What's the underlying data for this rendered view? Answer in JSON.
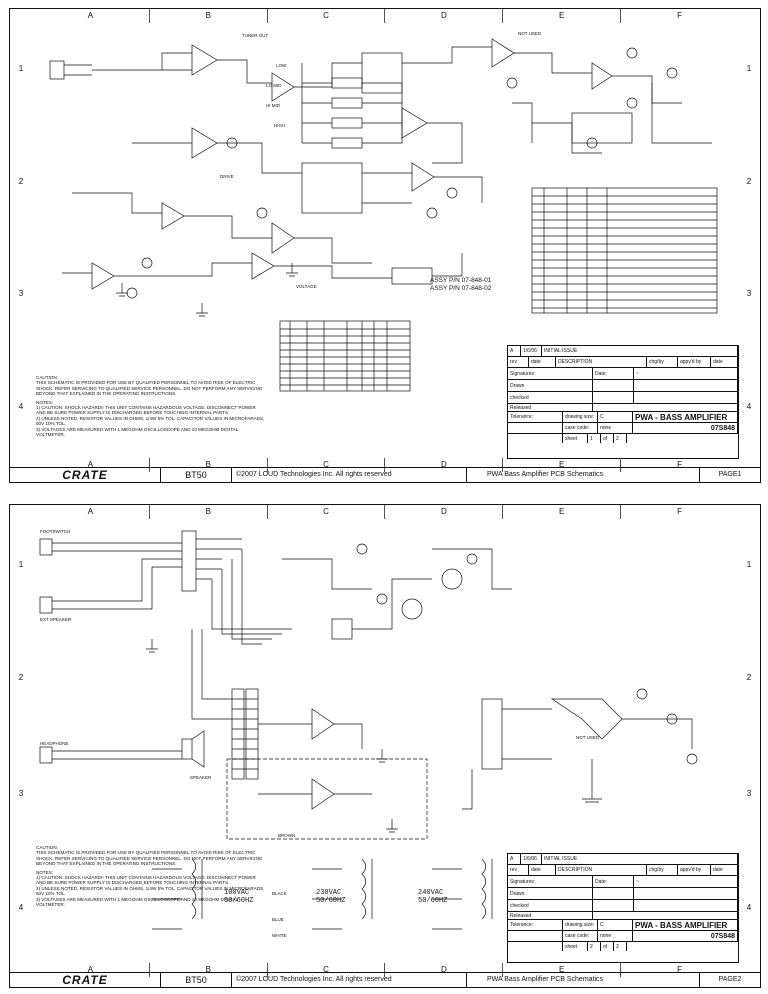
{
  "brand": "CRATE",
  "model": "BT50",
  "copyright": "©2007 LOUD Technologies Inc. All rights reserved",
  "description": "PWA Bass Amplifier PCB Schematics",
  "columns": [
    "A",
    "B",
    "C",
    "D",
    "E",
    "F"
  ],
  "rows": [
    "1",
    "2",
    "3",
    "4"
  ],
  "caution": {
    "heading": "CAUTION:",
    "text": "THIS SCHEMATIC IS PROVIDED FOR USE BY QUALIFIED PERSONNEL TO AVOID RISK OF ELECTRIC SHOCK. REFER SERVICING TO QUALIFIED SERVICE PERSONNEL. DO NOT PERFORM ANY SERVICING BEYOND THAT EXPLAINED IN THE OPERATING INSTRUCTIONS.",
    "notes_heading": "NOTES:",
    "notes": [
      "1) CAUTION: SHOCK HAZARD!! THIS UNIT CONTAINS HAZARDOUS VOLTAGE. DISCONNECT POWER AND BE SURE POWER SUPPLY IS DISCHARGED BEFORE TOUCHING INTERNAL PARTS.",
      "2) UNLESS NOTED, RESISTOR VALUES IN OHMS, 1/4W 5% TOL. CAPACITOR VALUES IN MICROFARADS, 50V 10% TOL.",
      "3) VOLTAGES ARE MEASURED WITH 1 MEGOHM OSCILLOSCOPE AND 10 MEGOHM DIGITAL VOLTMETER."
    ]
  },
  "title_block": {
    "rev_letter": "A",
    "rev_date": "1/6/06",
    "rev_desc": "INITIAL ISSUE",
    "headers": [
      "rev",
      "date",
      "DESCRIPTION",
      "chg/by",
      "appv'd by",
      "date"
    ],
    "signatures_label": "Signatures:",
    "date_label": "Date:",
    "drawn_label": "Drawn",
    "checked_label": "checked",
    "released_label": "Released",
    "tolerance_label": "Tolerance:",
    "drawing_size_label": "drawing size:",
    "drawing_size": "C",
    "case_code_label": "case code:",
    "case_code": "none",
    "title": "PWA - BASS AMPLIFIER",
    "drawing_number": "07S848",
    "sheet_label": "sheet",
    "sheet_of": "of",
    "sheet_total": "2"
  },
  "pages": [
    {
      "page_label": "PAGE1",
      "sheet_num": "1",
      "assy": [
        "ASSY P/N 07-848-01",
        "ASSY P/N 07-848-02"
      ],
      "labels": [
        "TUNER OUT",
        "LOW",
        "LO MID",
        "HI MID",
        "HIGH",
        "NOT USED",
        "DRIVE",
        "VOLTAGE"
      ]
    },
    {
      "page_label": "PAGE2",
      "sheet_num": "2",
      "labels": [
        "FOOTSWITCH",
        "EXT SPEAKER",
        "HEADPHONE",
        "SPEAKER",
        "BROWN",
        "BLUE",
        "BLACK",
        "WHITE",
        "NOT USED"
      ],
      "voltages": [
        {
          "v": "100VAC",
          "hz": "50/60HZ"
        },
        {
          "v": "230VAC",
          "hz": "50/60HZ"
        },
        {
          "v": "240VAC",
          "hz": "50/60HZ"
        }
      ]
    }
  ]
}
